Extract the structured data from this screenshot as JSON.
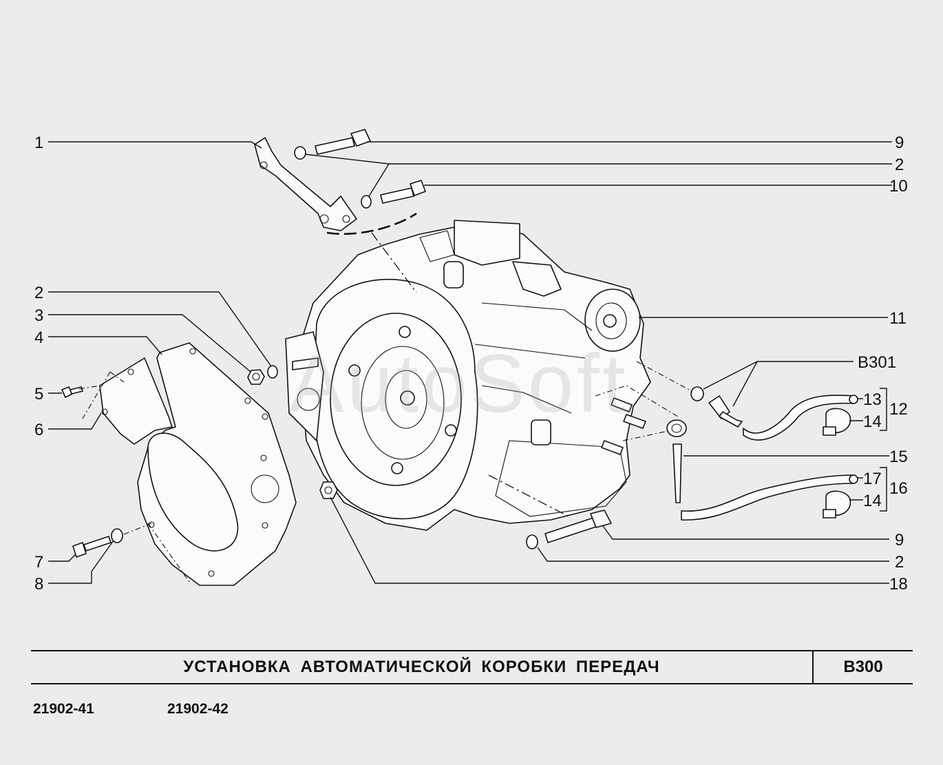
{
  "title": "УСТАНОВКА АВТОМАТИЧЕСКОЙ КОРОБКИ ПЕРЕДАЧ",
  "section_code": "B300",
  "model_codes": [
    "21902-41",
    "21902-42"
  ],
  "watermark": "AutoSoft",
  "callouts": {
    "l1": "1",
    "l2": "2",
    "l3": "3",
    "l4": "4",
    "l5": "5",
    "l6": "6",
    "l7": "7",
    "l8": "8",
    "r9a": "9",
    "r2a": "2",
    "r10": "10",
    "r11": "11",
    "rB301": "B301",
    "r13": "13",
    "r14a": "14",
    "r12": "12",
    "r15": "15",
    "r17": "17",
    "r14b": "14",
    "r16": "16",
    "r9b": "9",
    "r2b": "2",
    "r18": "18"
  }
}
